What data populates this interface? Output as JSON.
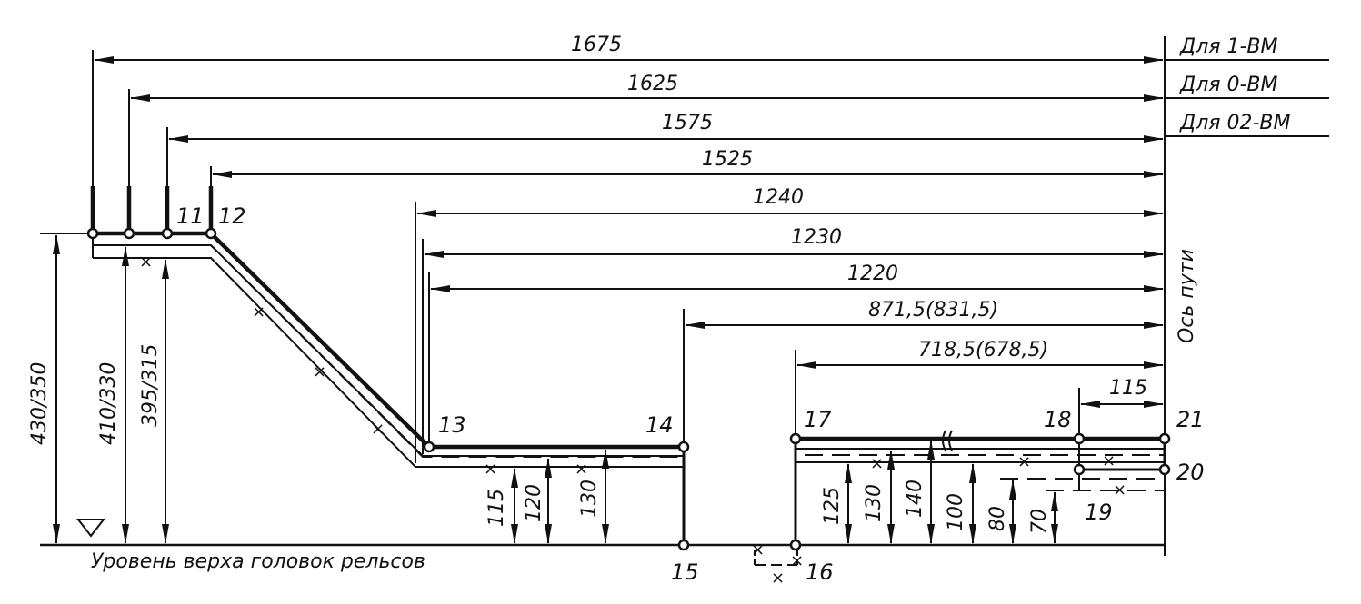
{
  "labels": {
    "for_1_vm": "Для 1-ВМ",
    "for_0_vm": "Для 0-ВМ",
    "for_02_vm": "Для 02-ВМ",
    "track_axis": "Ось пути",
    "rail_level": "Уровень верха головок рельсов"
  },
  "horizontal_dimensions": [
    "1675",
    "1625",
    "1575",
    "1525",
    "1240",
    "1230",
    "1220",
    "871,5(831,5)",
    "718,5(678,5)",
    "115"
  ],
  "vertical_dimensions": [
    "430/350",
    "410/330",
    "395/315",
    "115",
    "120",
    "130",
    "125",
    "130",
    "140",
    "100",
    "80",
    "70"
  ],
  "point_numbers": [
    "11",
    "12",
    "13",
    "14",
    "15",
    "16",
    "17",
    "18",
    "19",
    "20",
    "21"
  ],
  "colors": {
    "ink": "#111111",
    "paper": "#ffffff"
  }
}
